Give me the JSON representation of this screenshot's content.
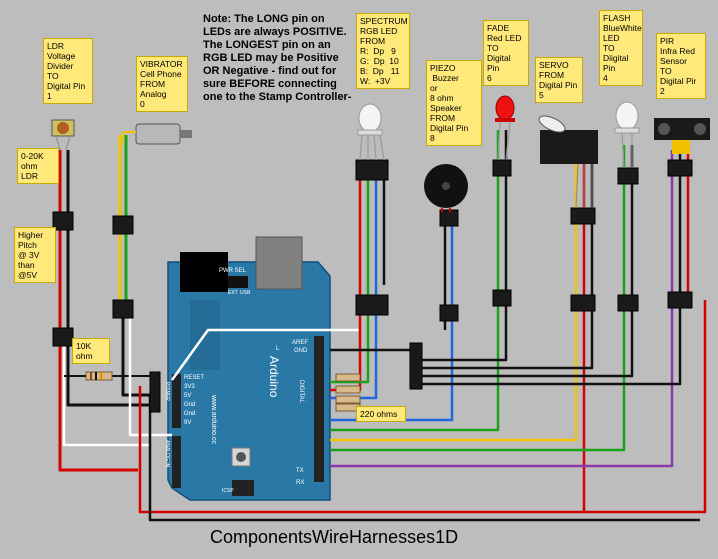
{
  "note": "Note: The LONG pin on\nLEDs are always POSITIVE.\nThe LONGEST pin on an\nRGB LED may be Positive\nOR Negative - find out for\nsure BEFORE connecting\none to the Stamp Controller-",
  "labels": {
    "ldr": "LDR\nVoltage\nDivider\nTO\nDigital Pin\n1",
    "ldr_ohm": "0-20K\nohm\nLDR",
    "pitch": "Higher\nPitch\n@ 3V\nthan\n@5V",
    "res10k": "10K\nohm",
    "vibrator": "VIBRATOR\nCell Phone\nFROM\nAnalog\n0",
    "spectrum": "SPECTRUM\nRGB LED\nFROM\nR:  Dp   9\nG:  Dp  10\nB:  Dp   11\nW:  +3V",
    "piezo": "PIEZO\n Buzzer\nor\n8 ohm\nSpeaker\nFROM\nDigital Pin\n8",
    "fade": "FADE\nRed LED\nTO\nDigital\nPin\n6",
    "servo": "SERVO\nFROM\nDigital Pin\n5",
    "flash": "FLASH\nBlueWhite\nLED\nTO\nDiigital\nPin\n4",
    "pir": "PIR\nInfra Red\nSensor\nTO\nDigital Pir\n2",
    "res220": "220 ohms"
  },
  "board": {
    "brand": "Arduino",
    "url": "www.arduino.cc",
    "pwr_sel": "PWR SEL",
    "ext": "EXT",
    "usb": "USB",
    "aref": "AREF",
    "gnd": "GND",
    "reset": "RESET",
    "v33": "3V3",
    "v5": "5V",
    "gnd2": "Gnd",
    "gnd3": "Gnd",
    "vin": "9V",
    "power": "POWER",
    "analog_in": "ANALOG IN",
    "digital": "DIGITAL",
    "tx": "TX",
    "rx": "RX",
    "icsp": "ICSP",
    "l": "L"
  },
  "caption": "ComponentsWireHarnesses1D"
}
